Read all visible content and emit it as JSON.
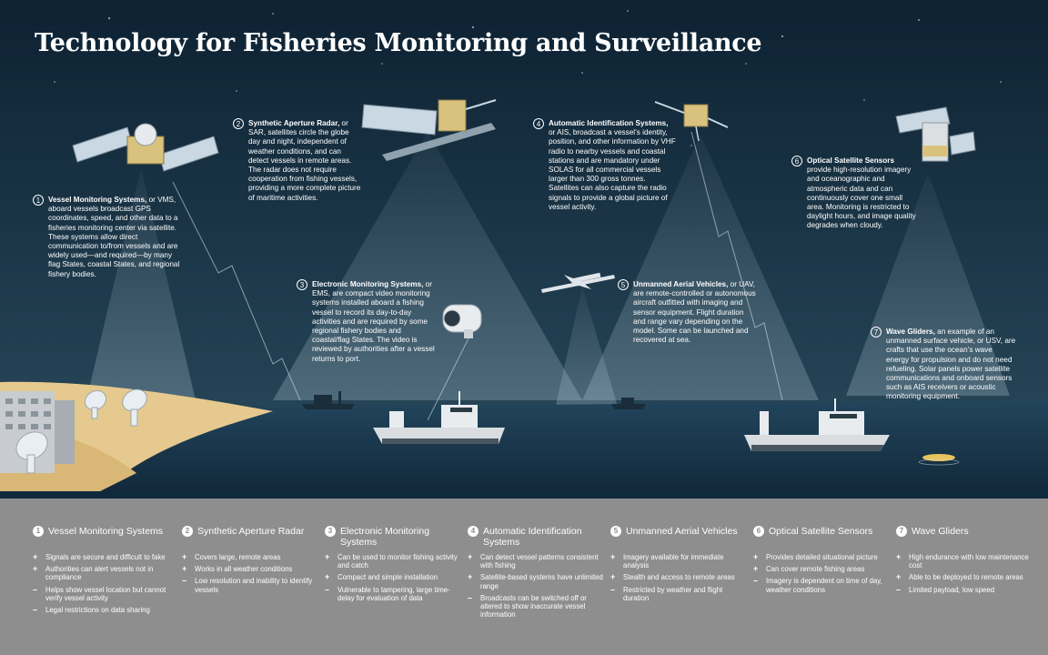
{
  "title": "Technology for Fisheries Monitoring and Surveillance",
  "descriptions": [
    {
      "num": "1",
      "name": "Vessel Monitoring Systems,",
      "text": " or VMS, aboard vessels broadcast GPS coordinates, speed, and other data to a fisheries monitoring center via satellite. These systems allow direct communication to/from vessels and are widely used—and required—by many flag States, coastal States, and regional fishery bodies."
    },
    {
      "num": "2",
      "name": "Synthetic Aperture Radar,",
      "text": " or SAR, satellites circle the globe day and night, independent of weather conditions, and can detect vessels in remote areas. The radar does not require cooperation from fishing vessels, providing a more complete picture of maritime activities."
    },
    {
      "num": "3",
      "name": "Electronic Monitoring Systems,",
      "text": " or EMS, are compact video monitoring systems installed aboard a fishing vessel to record its day-to-day activities and are required by some regional fishery bodies and coastal/flag States. The video is reviewed by authorities after a vessel returns to port."
    },
    {
      "num": "4",
      "name": "Automatic Identification Systems,",
      "text": " or AIS, broadcast a vessel’s identity, position, and other information by VHF radio to nearby vessels and coastal stations and are mandatory under SOLAS for all commercial vessels larger than 300 gross tonnes. Satellites can also capture the radio signals to provide a global picture of vessel activity."
    },
    {
      "num": "5",
      "name": "Unmanned Aerial Vehicles,",
      "text": " or UAV, are remote-controlled or autonomous aircraft outfitted with imaging and sensor equipment. Flight duration and range vary depending on the model. Some can be launched and recovered at sea."
    },
    {
      "num": "6",
      "name": "Optical Satellite Sensors",
      "text": " provide high-resolution imagery and oceanographic and atmospheric data and can continuously cover one small area. Monitoring is restricted to daylight hours, and image quality degrades when cloudy."
    },
    {
      "num": "7",
      "name": "Wave Gliders,",
      "text": " an example of an unmanned surface vehicle, or USV, are crafts that use the ocean’s wave energy for propulsion and do not need refueling. Solar panels power satellite communications and onboard sensors such as AIS receivers or acoustic monitoring equipment."
    }
  ],
  "columns": [
    {
      "num": "1",
      "heading": "Vessel Monitoring Systems",
      "items": [
        {
          "sym": "+",
          "text": "Signals are secure and difficult to fake"
        },
        {
          "sym": "+",
          "text": "Authorities can alert vessels not in compliance"
        },
        {
          "sym": "–",
          "text": "Helps show vessel location but cannot verify vessel activity"
        },
        {
          "sym": "–",
          "text": "Legal restrictions on data sharing"
        }
      ]
    },
    {
      "num": "2",
      "heading": "Synthetic Aperture Radar",
      "items": [
        {
          "sym": "+",
          "text": "Covers large, remote areas"
        },
        {
          "sym": "+",
          "text": "Works in all weather conditions"
        },
        {
          "sym": "–",
          "text": "Low resolution and inability to identify vessels"
        }
      ]
    },
    {
      "num": "3",
      "heading": "Electronic Monitoring Systems",
      "items": [
        {
          "sym": "+",
          "text": "Can be used to monitor fishing activity and catch"
        },
        {
          "sym": "+",
          "text": "Compact and simple installation"
        },
        {
          "sym": "–",
          "text": "Vulnerable to tampering, large time-delay for evaluation of data"
        }
      ]
    },
    {
      "num": "4",
      "heading": "Automatic Identification Systems",
      "items": [
        {
          "sym": "+",
          "text": "Can detect vessel patterns consistent with fishing"
        },
        {
          "sym": "+",
          "text": "Satellite-based systems have unlimited range"
        },
        {
          "sym": "–",
          "text": "Broadcasts can be switched off or altered to show inaccurate vessel information"
        }
      ]
    },
    {
      "num": "5",
      "heading": "Unmanned Aerial Vehicles",
      "items": [
        {
          "sym": "+",
          "text": "Imagery available for immediate analysis"
        },
        {
          "sym": "+",
          "text": "Stealth and access to remote areas"
        },
        {
          "sym": "–",
          "text": "Restricted by weather and flight duration"
        }
      ]
    },
    {
      "num": "6",
      "heading": "Optical Satellite Sensors",
      "items": [
        {
          "sym": "+",
          "text": "Provides detailed situational picture"
        },
        {
          "sym": "+",
          "text": "Can cover remote fishing areas"
        },
        {
          "sym": "–",
          "text": "Imagery is dependent on time of day, weather conditions"
        }
      ]
    },
    {
      "num": "7",
      "heading": "Wave Gliders",
      "items": [
        {
          "sym": "+",
          "text": "High endurance with low maintenance cost"
        },
        {
          "sym": "+",
          "text": "Able to be deployed to remote areas"
        },
        {
          "sym": "–",
          "text": "Limited payload, low speed"
        }
      ]
    }
  ],
  "colors": {
    "sky_top": "#0d2233",
    "sky_bottom": "#26485a",
    "sea": "#1d3c52",
    "beach": "#e6c98e",
    "footer": "#8e8e8f",
    "beam": "#b9cfdc"
  },
  "icons": [
    "vms-satellite-icon",
    "sar-satellite-icon",
    "ais-satellite-icon",
    "optical-satellite-icon",
    "ems-camera-icon",
    "uav-drone-icon",
    "fishing-vessel-icon",
    "wave-glider-icon",
    "antenna-dish-icon",
    "building-icon"
  ]
}
